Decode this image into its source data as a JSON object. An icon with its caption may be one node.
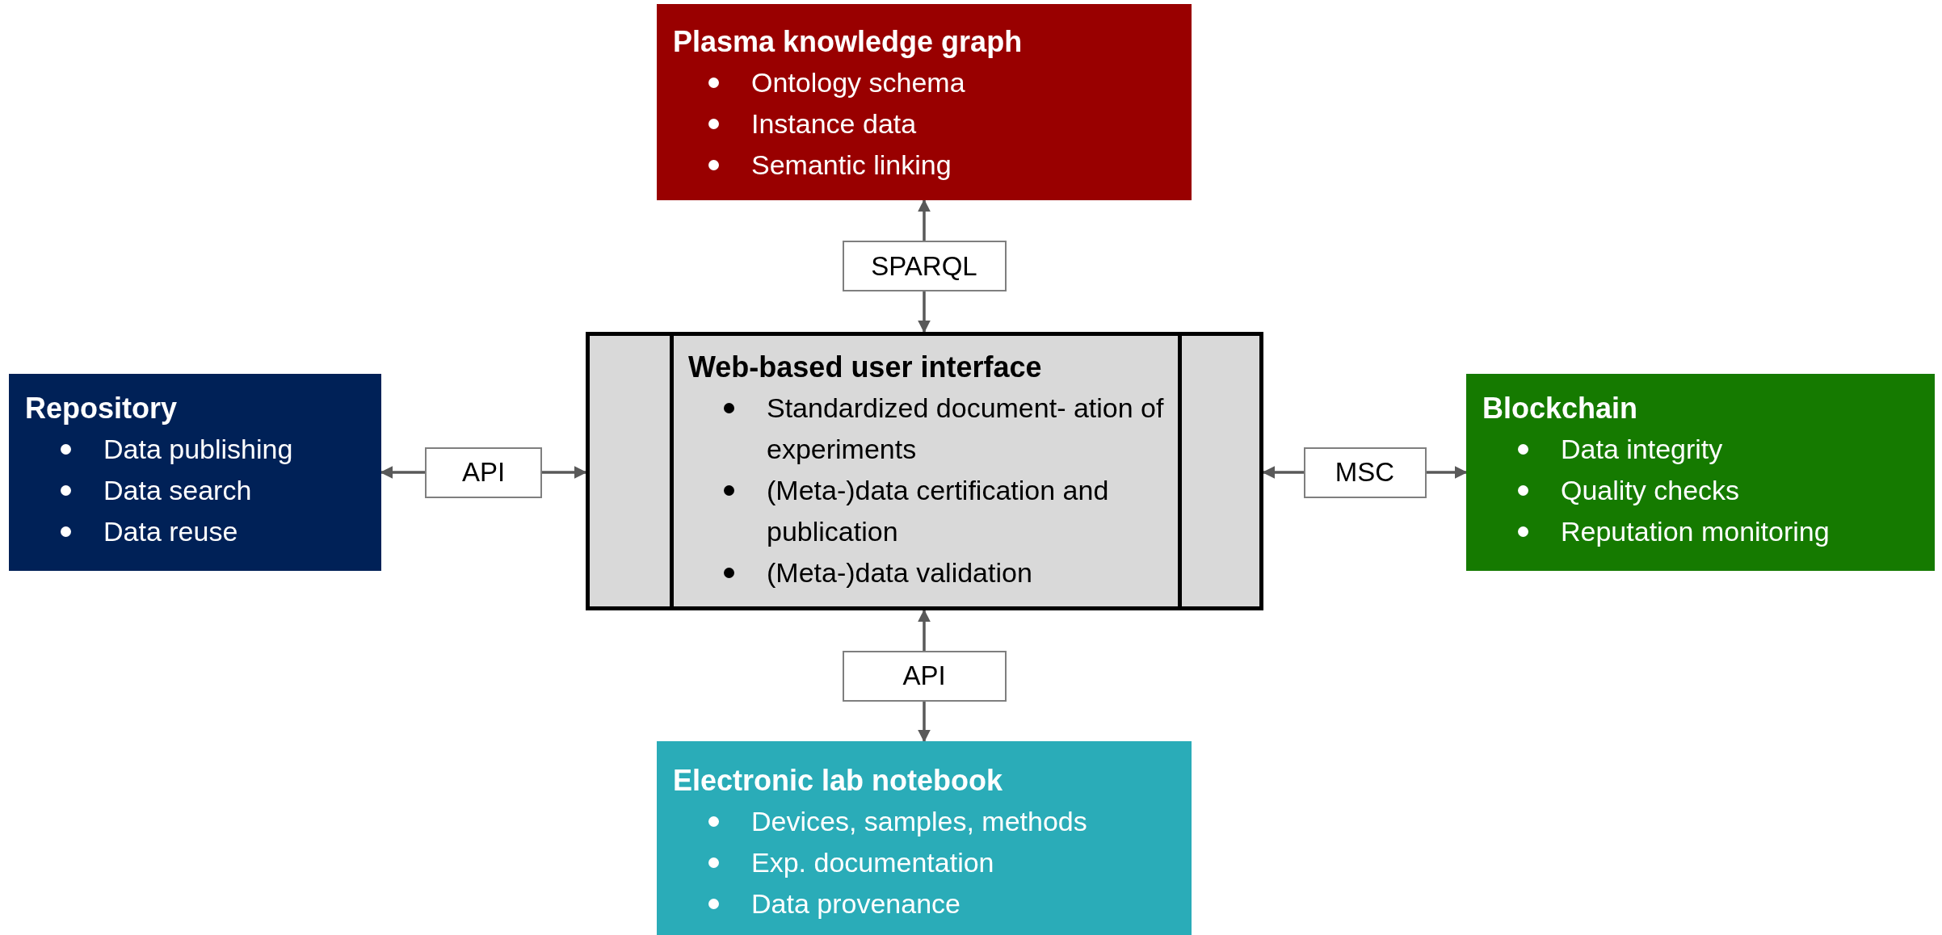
{
  "diagram": {
    "nodes": [
      {
        "text": [
          "Plasma knowledge graph",
          "Ontology schema",
          "Instance data",
          "Semantic linking"
        ]
      },
      {
        "text": [
          "Repository",
          "Data publishing",
          "Data search",
          "Data reuse"
        ]
      },
      {
        "text": [
          "Web-based user interface",
          "Standardized document- ation of experiments",
          "(Meta-)data certification and publication",
          "(Meta-)data validation"
        ]
      },
      {
        "text": [
          "Blockchain",
          "Data integrity",
          "Quality checks",
          "Reputation monitoring"
        ]
      },
      {
        "text": [
          "Electronic lab notebook",
          "Devices, samples, methods",
          "Exp. documentation",
          "Data provenance"
        ]
      }
    ],
    "edges": [
      {
        "from": 2,
        "to": 0,
        "arrow": "both",
        "label": "SPARQL"
      },
      {
        "from": 2,
        "to": 1,
        "arrow": "both",
        "label": "API"
      },
      {
        "from": 2,
        "to": 3,
        "arrow": "both",
        "label": "MSC"
      },
      {
        "from": 2,
        "to": 4,
        "arrow": "both",
        "label": "API"
      }
    ]
  }
}
